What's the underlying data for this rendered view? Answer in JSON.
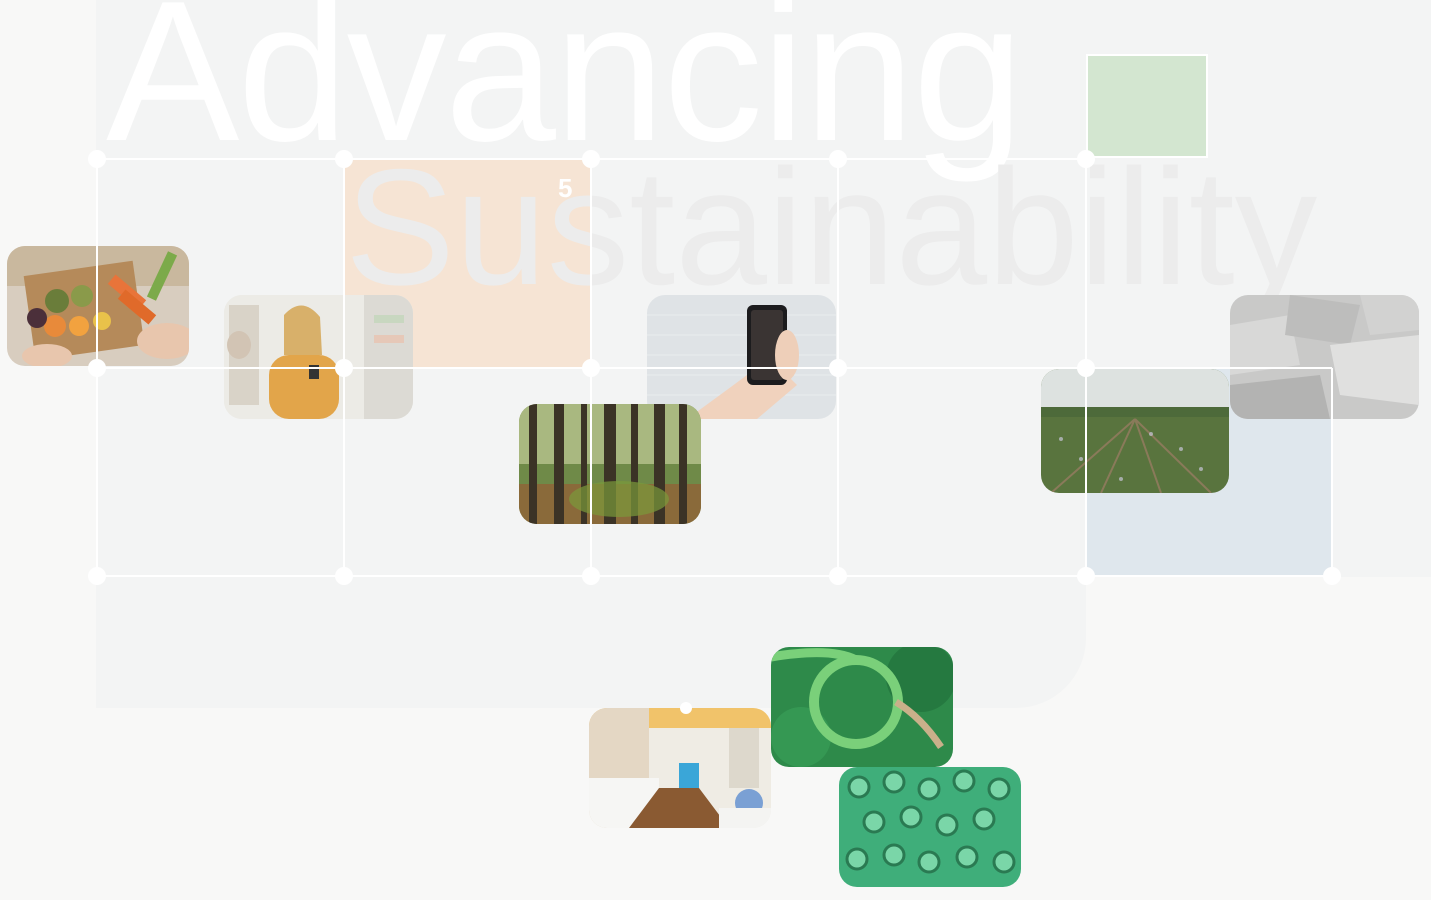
{
  "cover": {
    "title_line1": "Advancing",
    "title_line2": "Sustainability",
    "page_number": "5"
  },
  "colors": {
    "background": "#f8f8f7",
    "panel": "#f3f4f4",
    "peach": "#f6e2d0",
    "green": "#d3e6d0",
    "blue": "#dfe7ed"
  },
  "photos": [
    {
      "name": "vegetables-crate-photo"
    },
    {
      "name": "woman-with-phone-photo"
    },
    {
      "name": "hand-holding-smartphone-photo"
    },
    {
      "name": "forest-photo"
    },
    {
      "name": "crop-field-photo"
    },
    {
      "name": "concrete-blocks-photo"
    },
    {
      "name": "kitchen-interior-photo"
    },
    {
      "name": "green-tube-photo"
    },
    {
      "name": "green-bottles-photo"
    }
  ]
}
